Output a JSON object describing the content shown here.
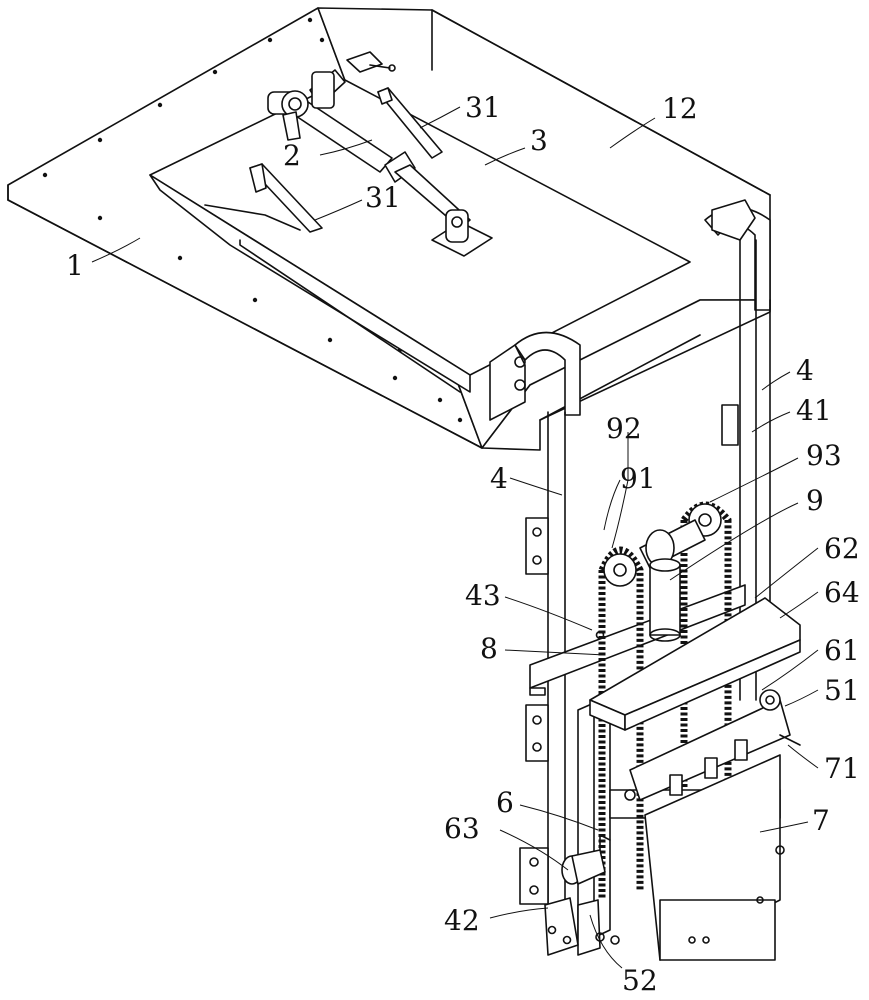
{
  "figure": {
    "labels": [
      {
        "id": "p1",
        "text": "1"
      },
      {
        "id": "p2",
        "text": "2"
      },
      {
        "id": "p3",
        "text": "3"
      },
      {
        "id": "p12",
        "text": "12"
      },
      {
        "id": "p31a",
        "text": "31"
      },
      {
        "id": "p31b",
        "text": "31"
      },
      {
        "id": "p4a",
        "text": "4"
      },
      {
        "id": "p4b",
        "text": "4"
      },
      {
        "id": "p41",
        "text": "41"
      },
      {
        "id": "p92",
        "text": "92"
      },
      {
        "id": "p91",
        "text": "91"
      },
      {
        "id": "p93",
        "text": "93"
      },
      {
        "id": "p9",
        "text": "9"
      },
      {
        "id": "p62",
        "text": "62"
      },
      {
        "id": "p64",
        "text": "64"
      },
      {
        "id": "p43",
        "text": "43"
      },
      {
        "id": "p8",
        "text": "8"
      },
      {
        "id": "p61",
        "text": "61"
      },
      {
        "id": "p51",
        "text": "51"
      },
      {
        "id": "p71",
        "text": "71"
      },
      {
        "id": "p6",
        "text": "6"
      },
      {
        "id": "p7",
        "text": "7"
      },
      {
        "id": "p63",
        "text": "63"
      },
      {
        "id": "p42",
        "text": "42"
      },
      {
        "id": "p52",
        "text": "52"
      }
    ]
  }
}
